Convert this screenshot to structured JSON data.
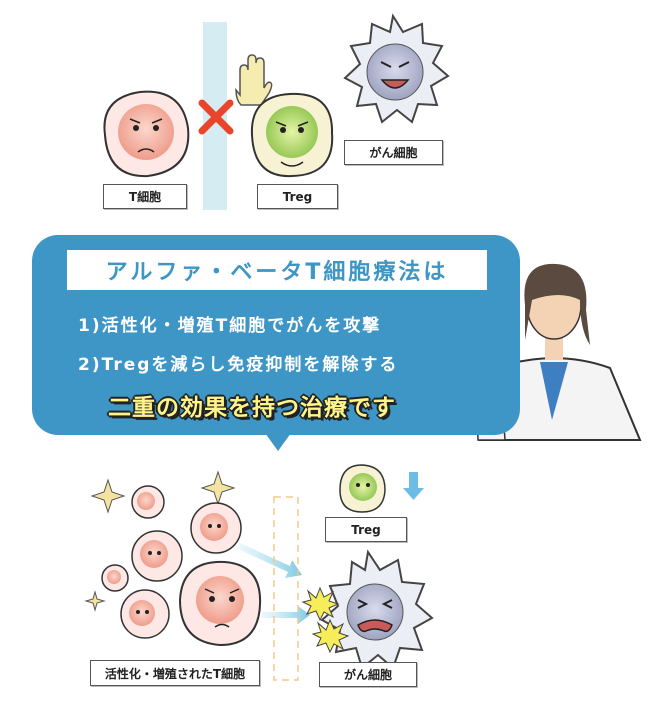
{
  "top": {
    "t_cell_label": "T細胞",
    "treg_label": "Treg",
    "cancer_label": "がん細胞"
  },
  "bubble": {
    "title": "アルファ・ベータT細胞療法は",
    "point1": "1)活性化・増殖T細胞でがんを攻撃",
    "point2": "2)Tregを減らし免疫抑制を解除する",
    "highlight": "二重の効果を持つ治療です"
  },
  "bottom": {
    "t_cells_label": "活性化・増殖されたT細胞",
    "treg_label": "Treg",
    "cancer_label": "がん細胞"
  },
  "colors": {
    "bubble": "#3e96c6",
    "highlight": "#fff48a",
    "barrier": "#d5ecf3",
    "cross": "#e8452c"
  }
}
